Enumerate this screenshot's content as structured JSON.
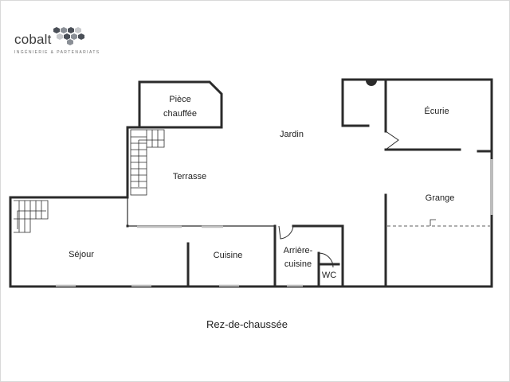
{
  "brand": {
    "name": "cobalt",
    "tagline": "INGÉNIERIE & PARTENARIATS",
    "colors": {
      "hex_dark": "#4a4f57",
      "hex_mid": "#8a8f96",
      "hex_light": "#c7c9cc"
    }
  },
  "plan": {
    "floor_label": "Rez-de-chaussée",
    "rooms": {
      "piece_chauffee": [
        "Pièce",
        "chauffée"
      ],
      "jardin": "Jardin",
      "ecurie": "Écurie",
      "terrasse": "Terrasse",
      "grange": "Grange",
      "sejour": "Séjour",
      "cuisine": "Cuisine",
      "arriere_cuisine": [
        "Arrière-",
        "cuisine"
      ],
      "wc": "WC"
    },
    "colors": {
      "wall": "#2b2b2b",
      "window": "#bdbdbd"
    }
  }
}
